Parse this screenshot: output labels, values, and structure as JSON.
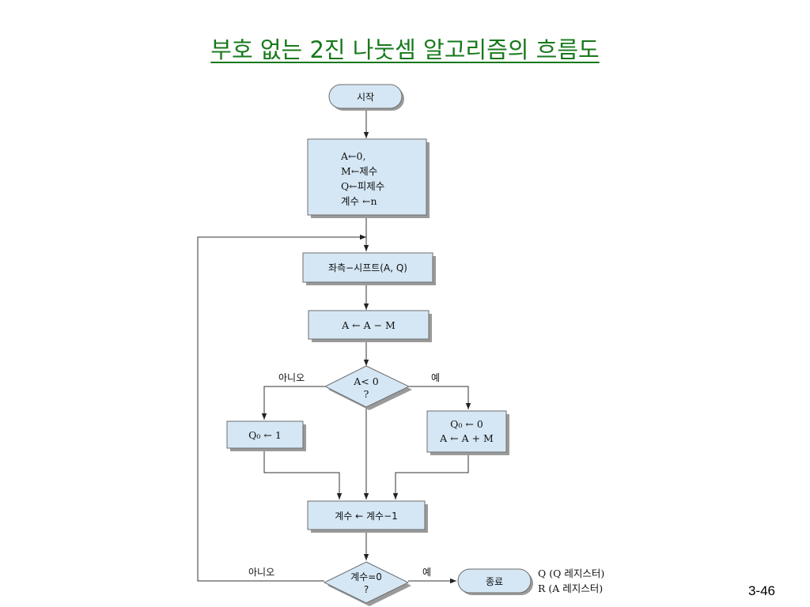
{
  "title": "부호 없는 2진 나눗셈 알고리즘의 흐름도",
  "page_number": "3-46",
  "nodes": {
    "start": "시작",
    "init": [
      "A←0,",
      "M←제수",
      "Q←피제수",
      "계수 ←n"
    ],
    "shift": "좌측−시프트(A, Q)",
    "subtract": "A ← A − M",
    "decision_sign": [
      "A< 0",
      "?"
    ],
    "q0_one": "Q₀ ← 1",
    "restore": [
      "Q₀ ← 0",
      "A ← A + M"
    ],
    "decrement": "계수 ← 계수−1",
    "decision_count": [
      "계수=0",
      "?"
    ],
    "end": "종료"
  },
  "edge_labels": {
    "sign_no": "아니오",
    "sign_yes": "예",
    "count_no": "아니오",
    "count_yes": "예"
  },
  "result_notes": [
    "Q (Q 레지스터)",
    "R (A 레지스터)"
  ]
}
